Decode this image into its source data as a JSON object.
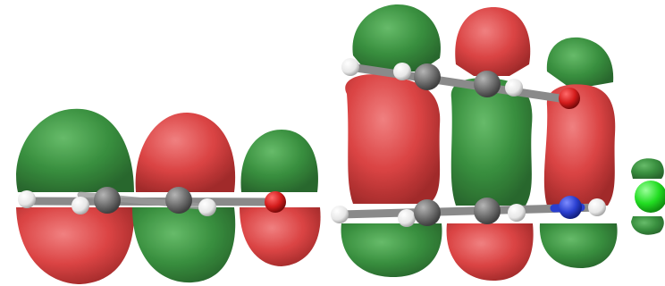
{
  "scene": {
    "description_shown": "",
    "colors": {
      "lobe_positive": "#2f8a35",
      "lobe_negative": "#d93a3a",
      "carbon": "#6e6e6e",
      "hydrogen": "#f2f2f2",
      "oxygen": "#d41c1c",
      "nitrogen": "#2a3fd0",
      "chlorine": "#22dd22",
      "bond": "#808080"
    },
    "molecules": [
      {
        "name": "left-molecule-ring"
      },
      {
        "name": "right-molecule-upper-ring"
      },
      {
        "name": "right-molecule-lower-ring"
      }
    ],
    "atoms_legend": [
      "carbon",
      "hydrogen",
      "oxygen",
      "nitrogen",
      "chlorine"
    ]
  }
}
